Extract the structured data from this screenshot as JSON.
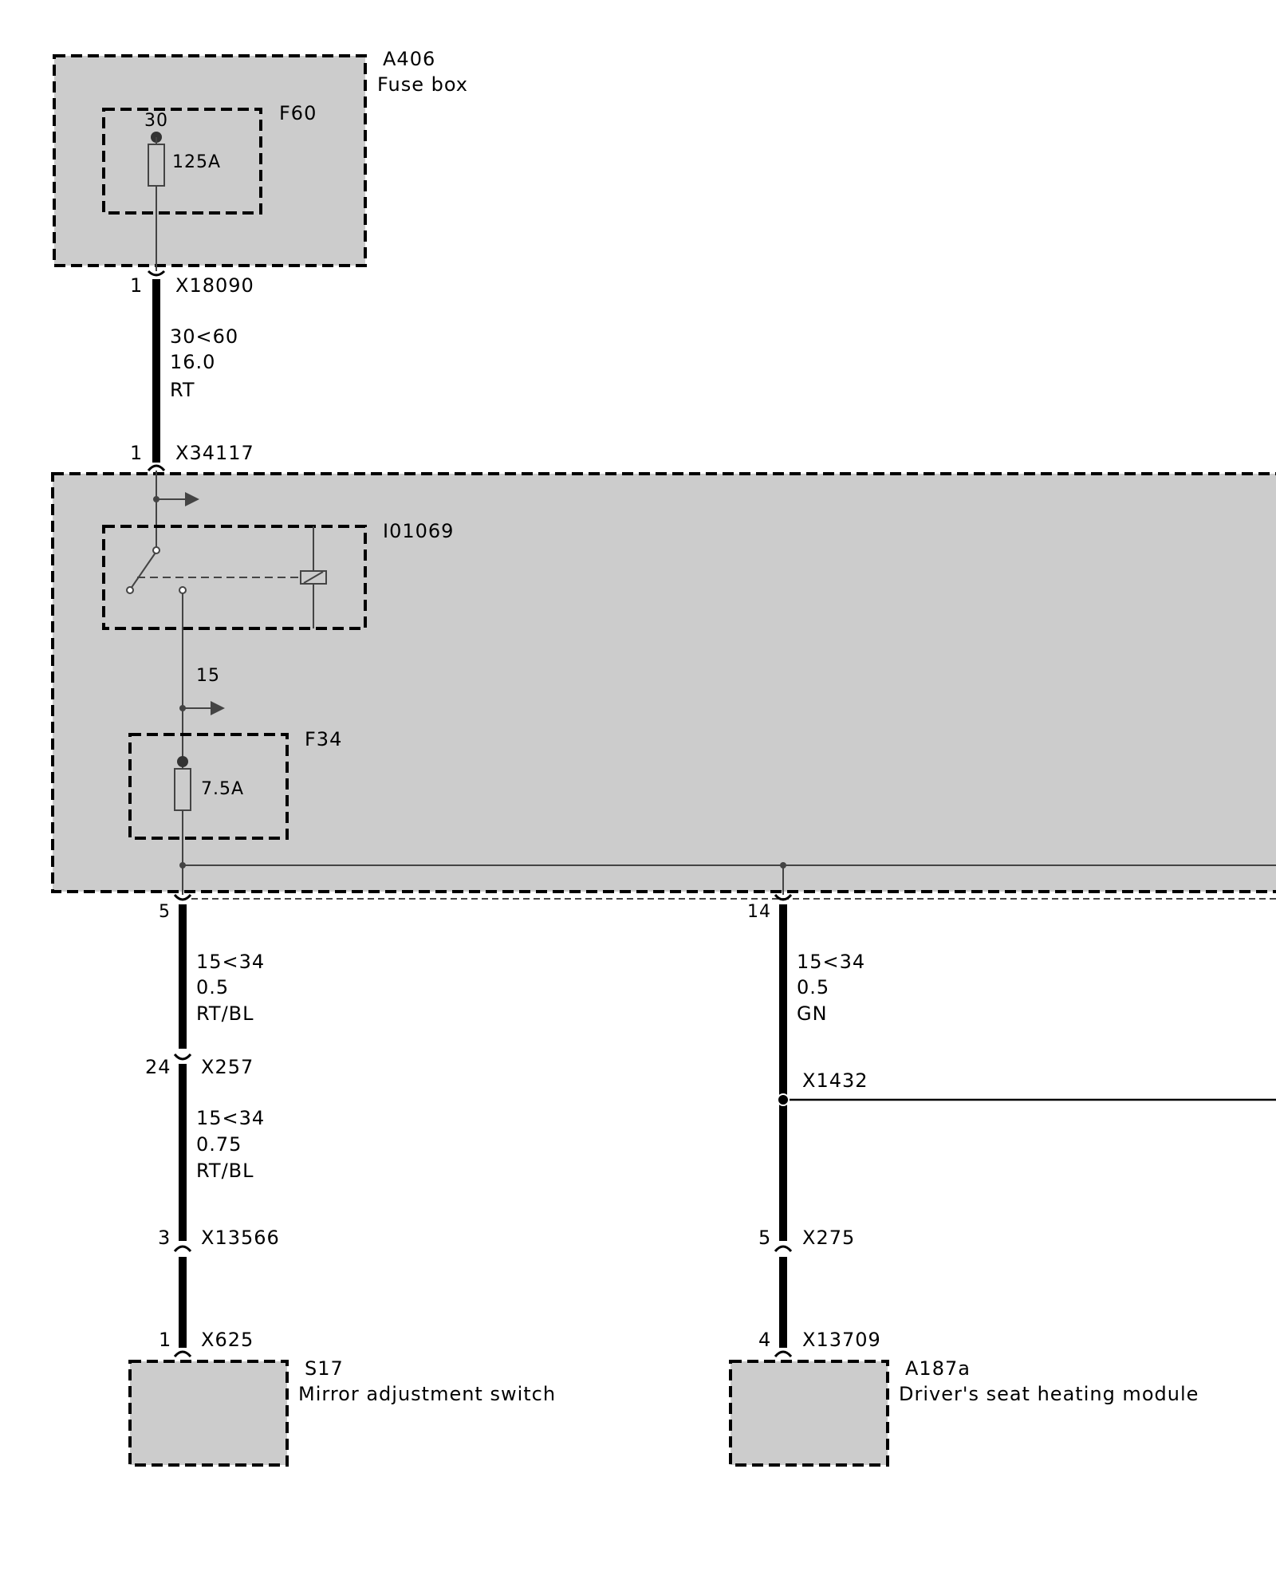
{
  "components": {
    "fuse_box": {
      "id": "A406",
      "name": "Fuse box"
    },
    "fuse_f60": {
      "id": "F60",
      "terminal": "30",
      "rating": "125A"
    },
    "relay": {
      "id": "I01069"
    },
    "fuse_f34": {
      "id": "F34",
      "rating": "7.5A"
    },
    "terminal_15": "15",
    "switch_s17": {
      "id": "S17",
      "name": "Mirror adjustment switch"
    },
    "module_a187a": {
      "id": "A187a",
      "name": "Driver's seat heating module"
    }
  },
  "connectors": {
    "x18090": {
      "pin": "1",
      "id": "X18090"
    },
    "x34117": {
      "pin": "1",
      "id": "X34117"
    },
    "out5": {
      "pin": "5"
    },
    "out14": {
      "pin": "14"
    },
    "x257": {
      "pin": "24",
      "id": "X257"
    },
    "x13566": {
      "pin": "3",
      "id": "X13566"
    },
    "x625": {
      "pin": "1",
      "id": "X625"
    },
    "x1432": {
      "id": "X1432"
    },
    "x275": {
      "pin": "5",
      "id": "X275"
    },
    "x13709": {
      "pin": "4",
      "id": "X13709"
    }
  },
  "wires": {
    "w1": {
      "circuit": "30<60",
      "gauge": "16.0",
      "color": "RT"
    },
    "w2": {
      "circuit": "15<34",
      "gauge": "0.5",
      "color": "RT/BL"
    },
    "w3": {
      "circuit": "15<34",
      "gauge": "0.75",
      "color": "RT/BL"
    },
    "w4": {
      "circuit": "15<34",
      "gauge": "0.5",
      "color": "GN"
    }
  }
}
